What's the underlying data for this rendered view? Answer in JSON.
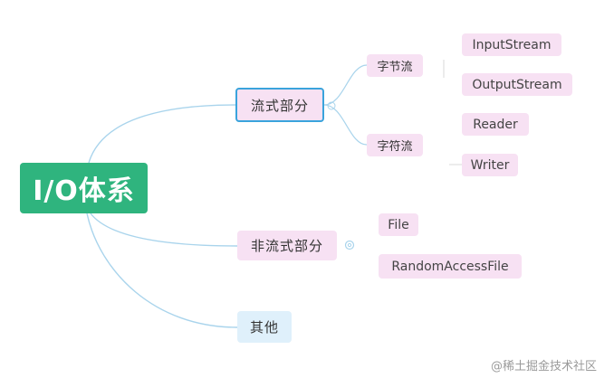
{
  "root": {
    "label": "I/O体系"
  },
  "branches": {
    "stream": {
      "label": "流式部分",
      "byte_stream": {
        "label": "字节流",
        "children": [
          "InputStream",
          "OutputStream"
        ]
      },
      "char_stream": {
        "label": "字符流",
        "children": [
          "Reader",
          "Writer"
        ]
      }
    },
    "non_stream": {
      "label": "非流式部分",
      "children": [
        "File",
        "RandomAccessFile"
      ]
    },
    "other": {
      "label": "其他"
    }
  },
  "watermark": "@稀土掘金技术社区",
  "colors": {
    "root_fill": "#2fb47e",
    "node_fill": "#f7e1f3",
    "other_fill": "#dff0fb",
    "selected_border": "#3aa3dc",
    "link_stroke": "#a9d4ec"
  }
}
